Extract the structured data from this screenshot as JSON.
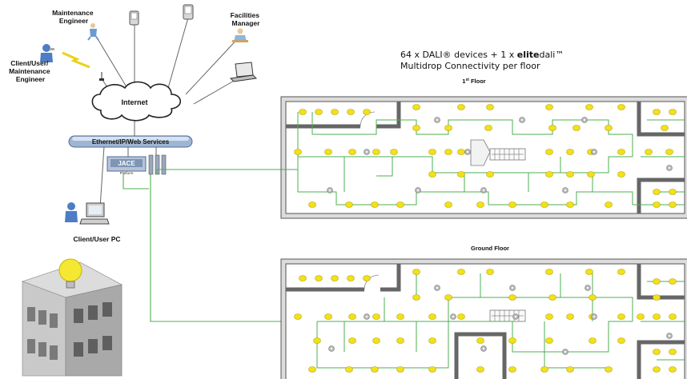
{
  "labels": {
    "maintenance_engineer": [
      "Maintenance",
      "Engineer"
    ],
    "client_user_maintenance": [
      "Client/User/",
      "Maintenance",
      "Engineer"
    ],
    "facilities_manager": [
      "Facilities",
      "Manager"
    ],
    "internet": "Internet",
    "ethernet_bar": "Ethernet/IP/Web Services",
    "jace": "JACE",
    "platform": "Platform",
    "client_user_pc": "Client/User PC"
  },
  "headline": {
    "prefix": "64 x DALI® devices + 1 x ",
    "brand_bold": "elite",
    "brand_rest": "dali™",
    "line2": "Multidrop Connectivity per floor"
  },
  "floors": {
    "first": {
      "label": "1st Floor",
      "label_main": "1",
      "label_sup": "st",
      "label_rest": " Floor"
    },
    "ground": {
      "label": "Ground Floor"
    }
  },
  "colors": {
    "wire": "#4caf50",
    "lamp": "#f2e11a",
    "lamp_edge": "#b8a400",
    "sensor": "#b5b5b5",
    "wall": "#555555",
    "wall_fill": "#d9d9d9",
    "bar": "#8fa9c8",
    "cloud_stroke": "#222222",
    "network_line": "#666666",
    "building_light": "#f4e832"
  },
  "icons": [
    "person-icon",
    "laptop-icon",
    "pda-icon",
    "phone-icon",
    "cloud-icon",
    "pc-icon",
    "lightbulb-icon",
    "building-icon",
    "jace-controller-icon",
    "lamp-icon",
    "sensor-icon",
    "staircase-icon"
  ]
}
